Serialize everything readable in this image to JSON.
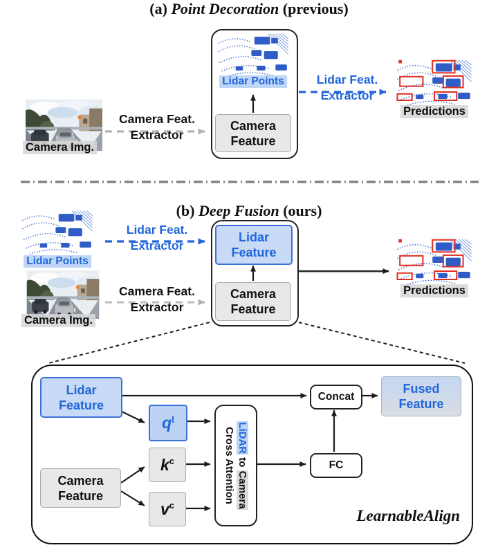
{
  "panel_a": {
    "title_prefix": "(a) ",
    "title_italic": "Point Decoration",
    "title_suffix": " (previous)",
    "camera_img_label": "Camera Img.",
    "camera_extractor_line1": "Camera Feat.",
    "camera_extractor_line2": "Extractor",
    "lidar_points_label": "Lidar Points",
    "camera_feature_line1": "Camera",
    "camera_feature_line2": "Feature",
    "lidar_extractor_line1": "Lidar Feat.",
    "lidar_extractor_line2": "Extractor",
    "predictions_label": "Predictions"
  },
  "panel_b": {
    "title_prefix": "(b) ",
    "title_italic": "Deep Fusion",
    "title_suffix": " (ours)",
    "lidar_points_label": "Lidar Points",
    "camera_img_label": "Camera Img.",
    "lidar_extractor_line1": "Lidar Feat.",
    "lidar_extractor_line2": "Extractor",
    "camera_extractor_line1": "Camera Feat.",
    "camera_extractor_line2": "Extractor",
    "lidar_feature_line1": "Lidar",
    "lidar_feature_line2": "Feature",
    "camera_feature_line1": "Camera",
    "camera_feature_line2": "Feature",
    "predictions_label": "Predictions"
  },
  "learnable_align": {
    "lidar_feature_line1": "Lidar",
    "lidar_feature_line2": "Feature",
    "camera_feature_line1": "Camera",
    "camera_feature_line2": "Feature",
    "q_base": "q",
    "q_sup": "l",
    "k_base": "k",
    "k_sup": "c",
    "v_base": "v",
    "v_sup": "c",
    "cross_attention_word1": "LiDAR",
    "cross_attention_word2": "to",
    "cross_attention_word3": "Camera",
    "cross_attention_line2": "Cross Attention",
    "concat_label": "Concat",
    "fc_label": "FC",
    "fused_feature_line1": "Fused",
    "fused_feature_line2": "Feature",
    "caption": "LearnableAlign"
  },
  "icons": {
    "camera_image": "street-photo",
    "lidar_points_image": "lidar-scatter",
    "predictions_image": "lidar-scatter-with-red-boxes"
  },
  "colors": {
    "accent_blue": "#1e66d9",
    "box_blue_fill": "#c9daf6",
    "box_blue_border": "#3a72d9",
    "box_gray_fill": "#e8e8e8",
    "prediction_red": "#e03124",
    "arrow_gray": "#b4b4b4",
    "arrow_black": "#222222"
  }
}
